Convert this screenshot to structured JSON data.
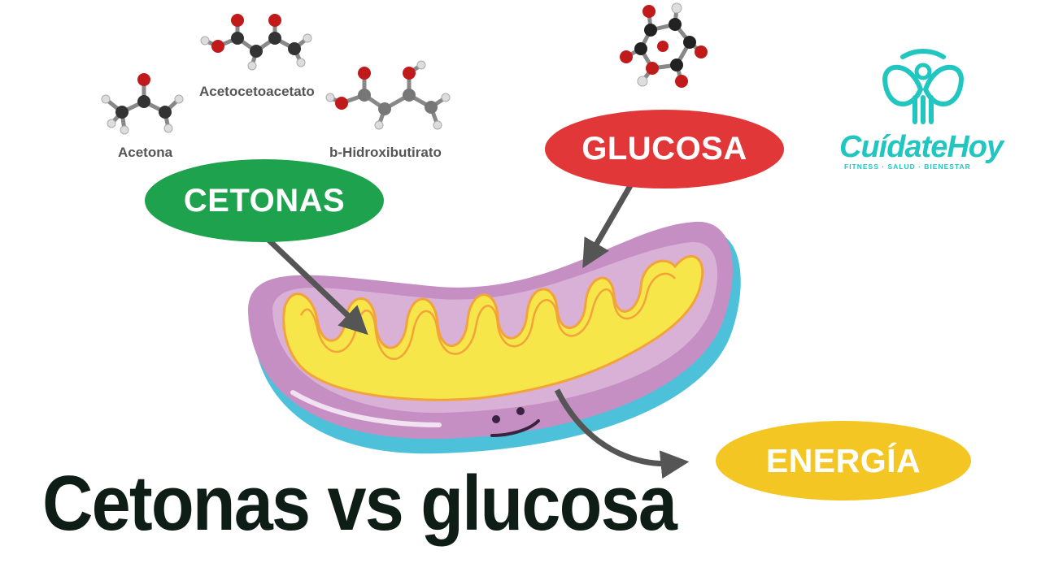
{
  "title": "Cetonas vs glucosa",
  "molecules": {
    "acetona": "Acetona",
    "acetoacetato": "Acetocetoacetato",
    "hidroxibutirato": "b-Hidroxibutirato"
  },
  "inputs": {
    "cetonas": "CETONAS",
    "glucosa": "GLUCOSA"
  },
  "output": {
    "energia": "ENERGÍA"
  },
  "brand": {
    "name": "CuídateHoy",
    "tagline": "FITNESS · SALUD · BIENESTAR"
  },
  "colors": {
    "cetonas": "#1ea24e",
    "glucosa": "#e23739",
    "energia": "#f4c623",
    "brand": "#22c6c0",
    "mitochondria_outer": "#c58fc4",
    "mitochondria_rim": "#4cc1d9",
    "cristae": "#f7e64a",
    "arrow": "#555555",
    "title": "#0e1e17"
  }
}
